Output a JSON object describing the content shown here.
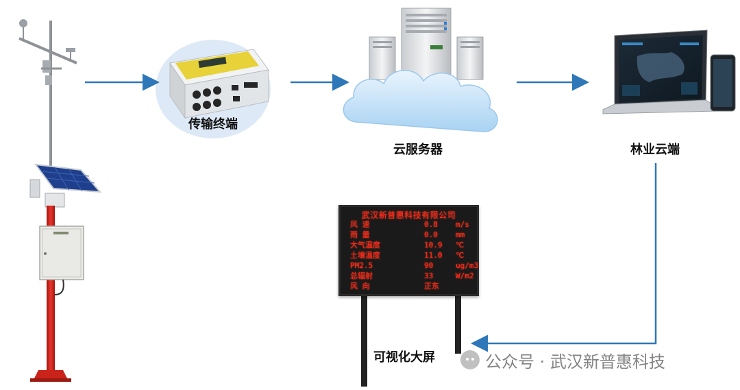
{
  "nodes": {
    "terminal_label": "传输终端",
    "cloud_label": "云服务器",
    "forestry_label": "林业云端",
    "screen_label": "可视化大屏"
  },
  "led_board": {
    "title": "武汉新普惠科技有限公司",
    "rows": [
      {
        "name": "风 速",
        "value": "0.8",
        "unit": "m/s"
      },
      {
        "name": "雨 量",
        "value": "0.0",
        "unit": "mm"
      },
      {
        "name": "大气温度",
        "value": "10.9",
        "unit": "℃"
      },
      {
        "name": "土壤温度",
        "value": "11.0",
        "unit": "℃"
      },
      {
        "name": "PM2.5",
        "value": "90",
        "unit": "ug/m3"
      },
      {
        "name": "总辐射",
        "value": "33",
        "unit": "W/m2"
      },
      {
        "name": "风 向",
        "value": "正东",
        "unit": ""
      }
    ]
  },
  "watermark": {
    "text": "公众号 · 武汉新普惠科技"
  },
  "colors": {
    "arrow": "#2e77b8",
    "led_text": "#ff2a1a",
    "pole_red": "#d9261c",
    "cloud": "#cfe6fa"
  }
}
